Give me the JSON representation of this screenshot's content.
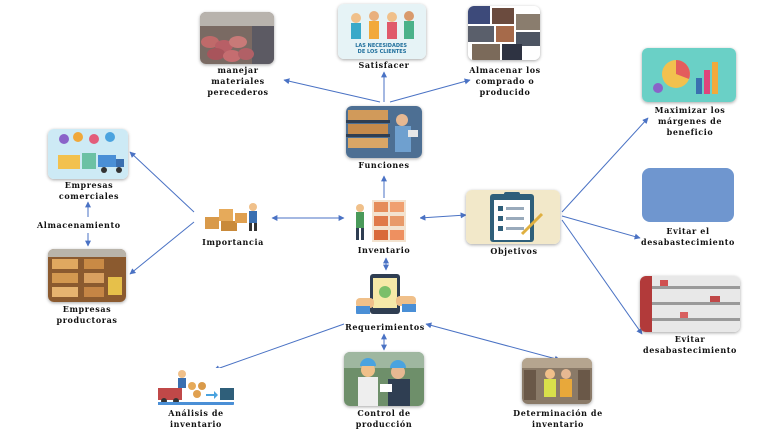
{
  "nodes": {
    "perecederos": "manejar\nmateriales\nperecederos",
    "satisfacer": "Satisfacer",
    "almacenar": "Almacenar los\ncomprado o\nproducido",
    "funciones": "Funciones",
    "comerciales": "Empresas\ncomerciales",
    "almacenamiento": "Almacenamiento",
    "productoras": "Empresas\nproductoras",
    "importancia": "Importancia",
    "inventario": "Inventario",
    "objetivos": "Objetivos",
    "maximizar": "Maximizar los\nmárgenes de\nbeneficio",
    "evitar1": "Evitar el\ndesabastecimiento",
    "evitar2": "Evitar\ndesabastecimiento",
    "requerimientos": "Requerimientos",
    "analisis": "Análisis de\ninventario",
    "control": "Control de\nproducción",
    "determinacion": "Determinación de\ninventario"
  },
  "poster": {
    "headline": "LAS NECESIDADES\nDE LOS CLIENTES"
  },
  "colors": {
    "edge": "#4a72c4",
    "placeholder": "#6f96cf"
  }
}
